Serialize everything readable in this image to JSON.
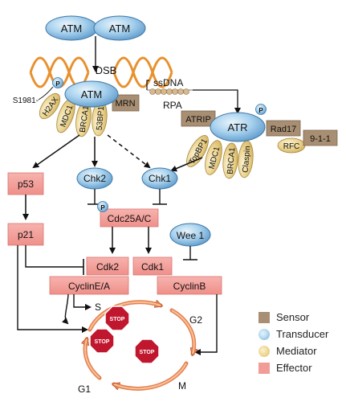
{
  "diagram": {
    "dimer_left": "ATM",
    "dimer_right": "ATM",
    "dsb": "DSB",
    "atm": "ATM",
    "s1981": "S1981-",
    "p": "P",
    "h2ax": "H2AX",
    "mdc1_atm": "MDC1",
    "brca1_atm": "BRCA1",
    "53bp1": "53BP1",
    "mrn": "MRN",
    "ssdna": "ssDNA",
    "rpa": "RPA",
    "atrip": "ATRIP",
    "atr": "ATR",
    "rad17": "Rad17",
    "nine11": "9-1-1",
    "rfc": "RFC",
    "topbp1": "TopBP1",
    "mdc1_atr": "MDC1",
    "brca1_atr": "BRCA1",
    "claspin": "Claspin",
    "p53": "p53",
    "chk2": "Chk2",
    "chk1": "Chk1",
    "cdc25": "Cdc25A/C",
    "wee1": "Wee 1",
    "p21": "p21",
    "cdk2": "Cdk2",
    "cdk1": "Cdk1",
    "cyclin_ea": "CyclinE/A",
    "cyclin_b": "CyclinB",
    "phase_s": "S",
    "phase_g2": "G2",
    "phase_m": "M",
    "phase_g1": "G1",
    "stop": "STOP"
  },
  "legend": [
    {
      "label": "Sensor",
      "kind": "sensor"
    },
    {
      "label": "Transducer",
      "kind": "transducer"
    },
    {
      "label": "Mediator",
      "kind": "mediator"
    },
    {
      "label": "Effector",
      "kind": "effector"
    }
  ],
  "colors": {
    "sensor": "#a88e72",
    "transducer": "#7fb6de",
    "mediator": "#e8cf86",
    "effector": "#f29c98",
    "dna": "#e8912e",
    "stop": "#c0162e"
  }
}
